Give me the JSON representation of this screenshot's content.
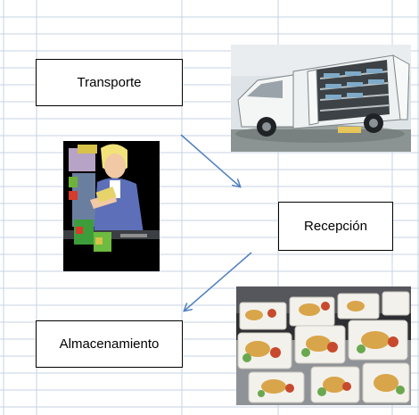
{
  "diagram": {
    "steps": [
      {
        "label": "Transporte"
      },
      {
        "label": "Recepción"
      },
      {
        "label": "Almacenamiento"
      }
    ]
  },
  "colors": {
    "grid_line": "#c7d3e4",
    "arrow": "#4f81bd",
    "box_border": "#000000",
    "background": "#ffffff"
  },
  "icons": [
    "delivery-van-image",
    "store-clerk-clipart",
    "packaged-food-tray-image",
    "arrow-down-right-icon",
    "arrow-down-left-icon"
  ]
}
